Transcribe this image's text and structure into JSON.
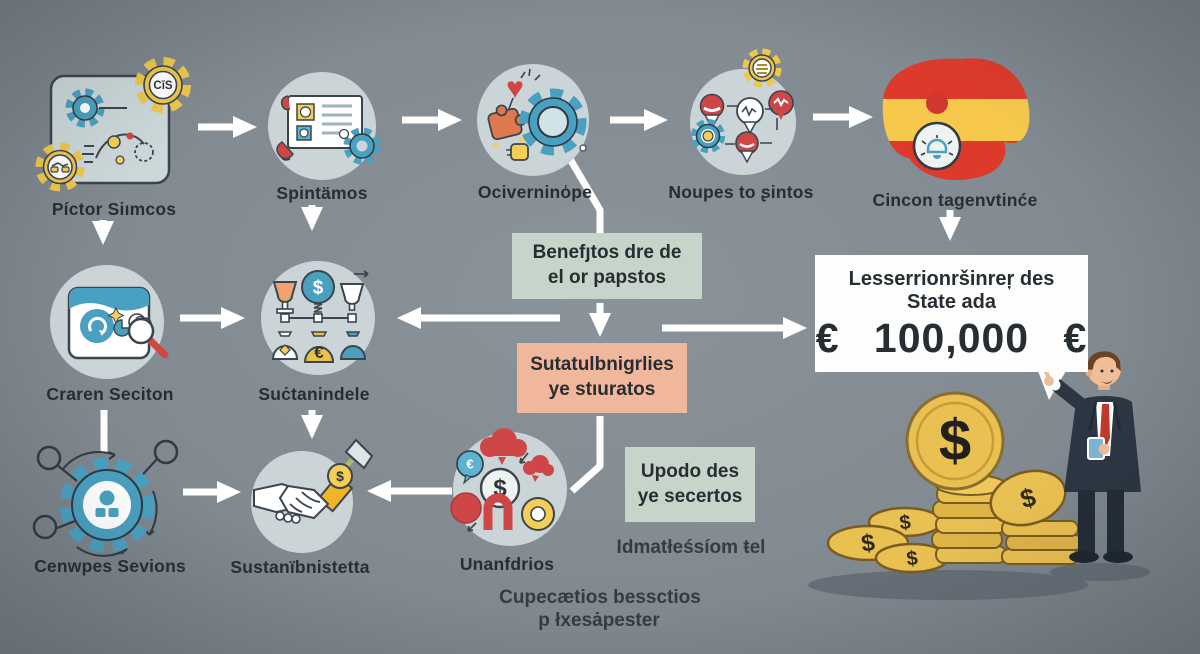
{
  "glyphs": {
    "dollar": "$",
    "euro": "€",
    "heart": "♥",
    "badge": "CīS"
  },
  "nodes": {
    "pictor": {
      "label": "Píctor Siımcos"
    },
    "spintamos": {
      "label": "Spintämos"
    },
    "ocivernindpe": {
      "label": "Ocivernino̍pe"
    },
    "noupes": {
      "label": "Noupes to ʂintos"
    },
    "cincon": {
      "label": "Cincon tagenvtinće"
    },
    "craren": {
      "label": "Craren Seciton"
    },
    "suctanindele": {
      "label": "Suċtanindele"
    },
    "cenwpes": {
      "label": "Cenwpes Sevions"
    },
    "sustanibnistetta": {
      "label": "Sustanïbnistetta"
    },
    "unanfdrios": {
      "label": "Unanfdrios"
    }
  },
  "boxes": {
    "benefitos": {
      "line1": "Benefȷtos dre de",
      "line2": "el or papstos"
    },
    "sutatul": {
      "line1": "Sutatulbnigrlies",
      "line2": "ye stıuratos"
    },
    "upodo": {
      "line1": "Upodo des",
      "line2": "ye secertos"
    }
  },
  "speech_bubble": {
    "line1": "Lesserrionršinreŗ des",
    "line2": "State ada",
    "amount": "€ 100,000 €"
  },
  "captions": {
    "idmat": "Idmatłeśsíom ŧel",
    "cupe_line1": "Cupecætios bessctios",
    "cupe_line2": "p łxesȧpester"
  },
  "colors": {
    "background": "#828b92",
    "node_circle": "#cbd5d7",
    "sage": "#c7d4ca",
    "salmon": "#f1b79c",
    "yellow": "#eec64d",
    "blue": "#4aa0c0",
    "red": "#cf4647",
    "flag_red": "#dd3a2b",
    "flag_yellow": "#f6c84c",
    "coin": "#e9c052",
    "suit": "#2b3642",
    "arrow_white": "#ffffff",
    "text": "#272e33"
  }
}
